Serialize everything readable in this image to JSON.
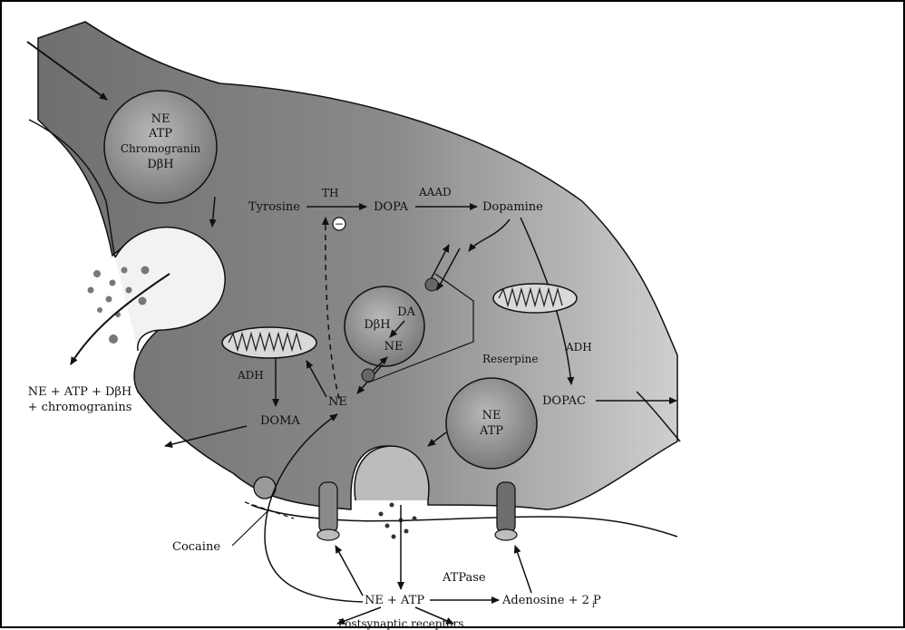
{
  "vesicle_top": {
    "line1": "NE",
    "line2": "ATP",
    "line3": "Chromogranin",
    "line4": "DβH"
  },
  "vesicle_lower": {
    "line1": "NE",
    "line2": "ATP"
  },
  "storage_vesicle": {
    "top": "DA",
    "mid": "DβH",
    "bottom": "NE"
  },
  "pathway": {
    "tyrosine": "Tyrosine",
    "th": "TH",
    "dopa": "DOPA",
    "aaad": "AAAD",
    "dopamine": "Dopamine",
    "inhibit_symbol": "−"
  },
  "labels": {
    "released": "NE + ATP + DβH",
    "released2": "+ chromogranins",
    "adh_left": "ADH",
    "doma": "DOMA",
    "ne_center": "NE",
    "reserpine": "Reserpine",
    "adh_right": "ADH",
    "dopac": "DOPAC",
    "cocaine": "Cocaine",
    "atpase": "ATPase",
    "ne_atp": "NE + ATP",
    "adenosine": "Adenosine + 2 P",
    "adenosine_sub": "i",
    "postsynaptic": "Postsynaptic receptors"
  },
  "colors": {
    "cytoplasm": "#7d7d7d",
    "vesicle": "#8c8c8c",
    "outline": "#111111"
  }
}
